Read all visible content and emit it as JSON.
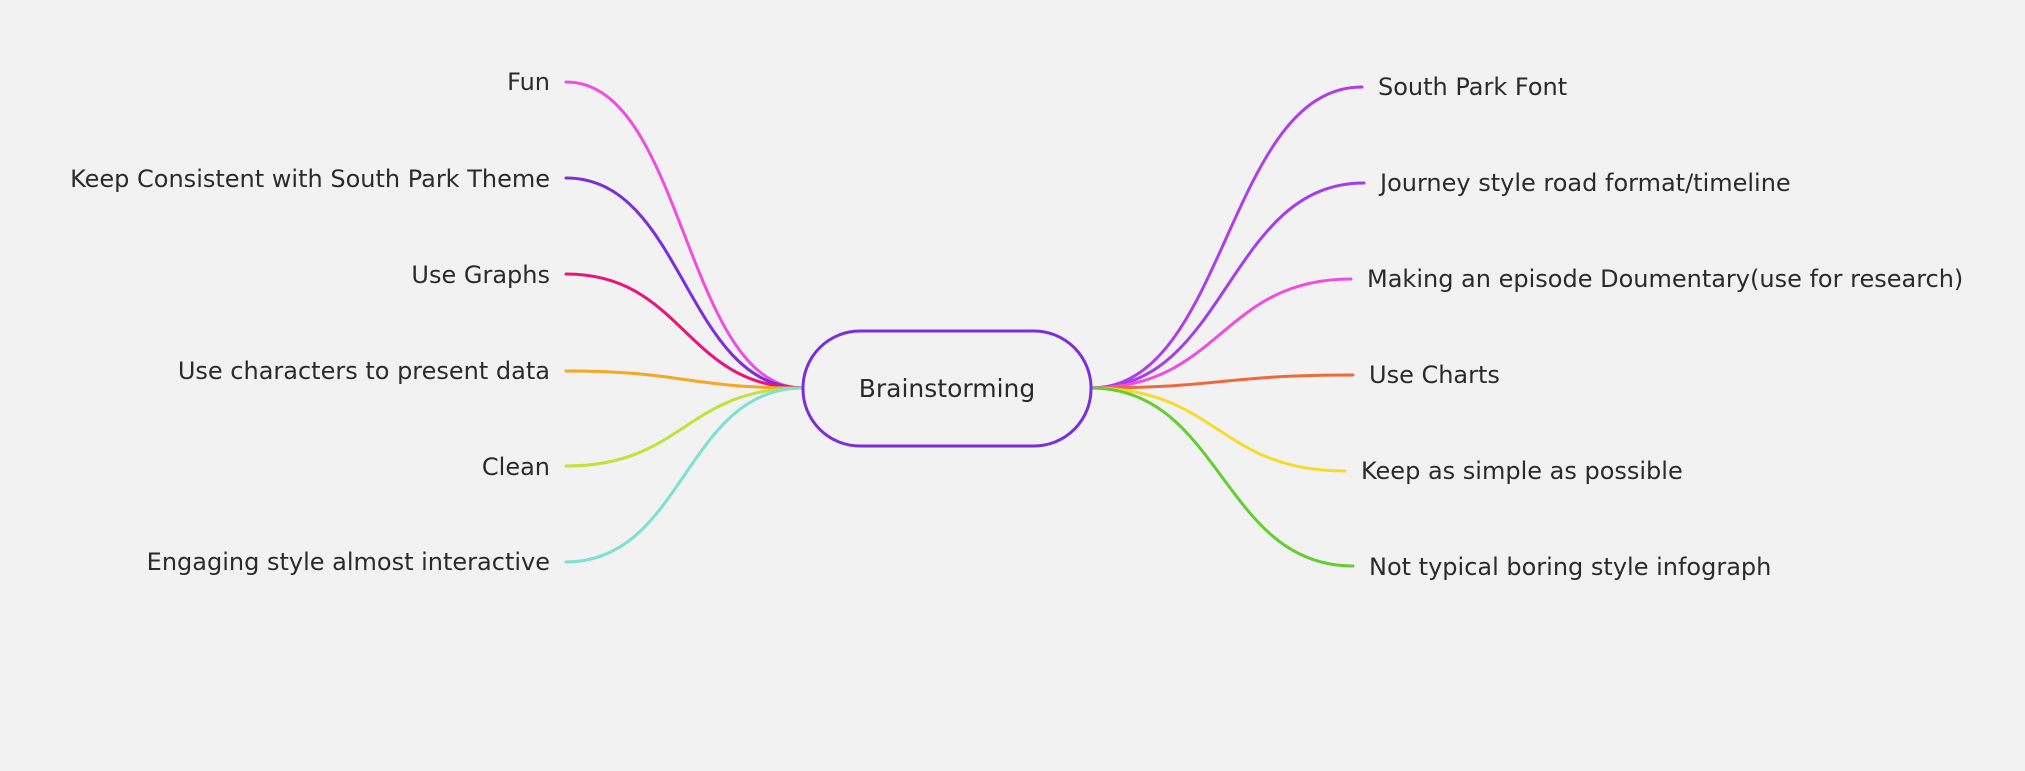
{
  "center": {
    "label": "Brainstorming",
    "color": "#7b2fdc"
  },
  "left_branches": [
    {
      "label": "Fun",
      "color": "#f04ee0"
    },
    {
      "label": "Keep  Consistent with South Park Theme",
      "color": "#7b2fdc"
    },
    {
      "label": "Use Graphs",
      "color": "#e8157a"
    },
    {
      "label": "Use characters to present data",
      "color": "#f5a623"
    },
    {
      "label": "Clean",
      "color": "#c1e23a"
    },
    {
      "label": "Engaging style almost interactive",
      "color": "#7ee0d0"
    }
  ],
  "right_branches": [
    {
      "label": "South Park Font",
      "color": "#b03ee6"
    },
    {
      "label": "Journey style road format/timeline",
      "color": "#a43ee8"
    },
    {
      "label": "Making an episode Doumentary(use for research)",
      "color": "#f04ee0"
    },
    {
      "label": "Use Charts",
      "color": "#ee6a3e"
    },
    {
      "label": "Keep as simple as possible",
      "color": "#f6dc2a"
    },
    {
      "label": "Not typical boring style infograph",
      "color": "#66cc33"
    }
  ]
}
